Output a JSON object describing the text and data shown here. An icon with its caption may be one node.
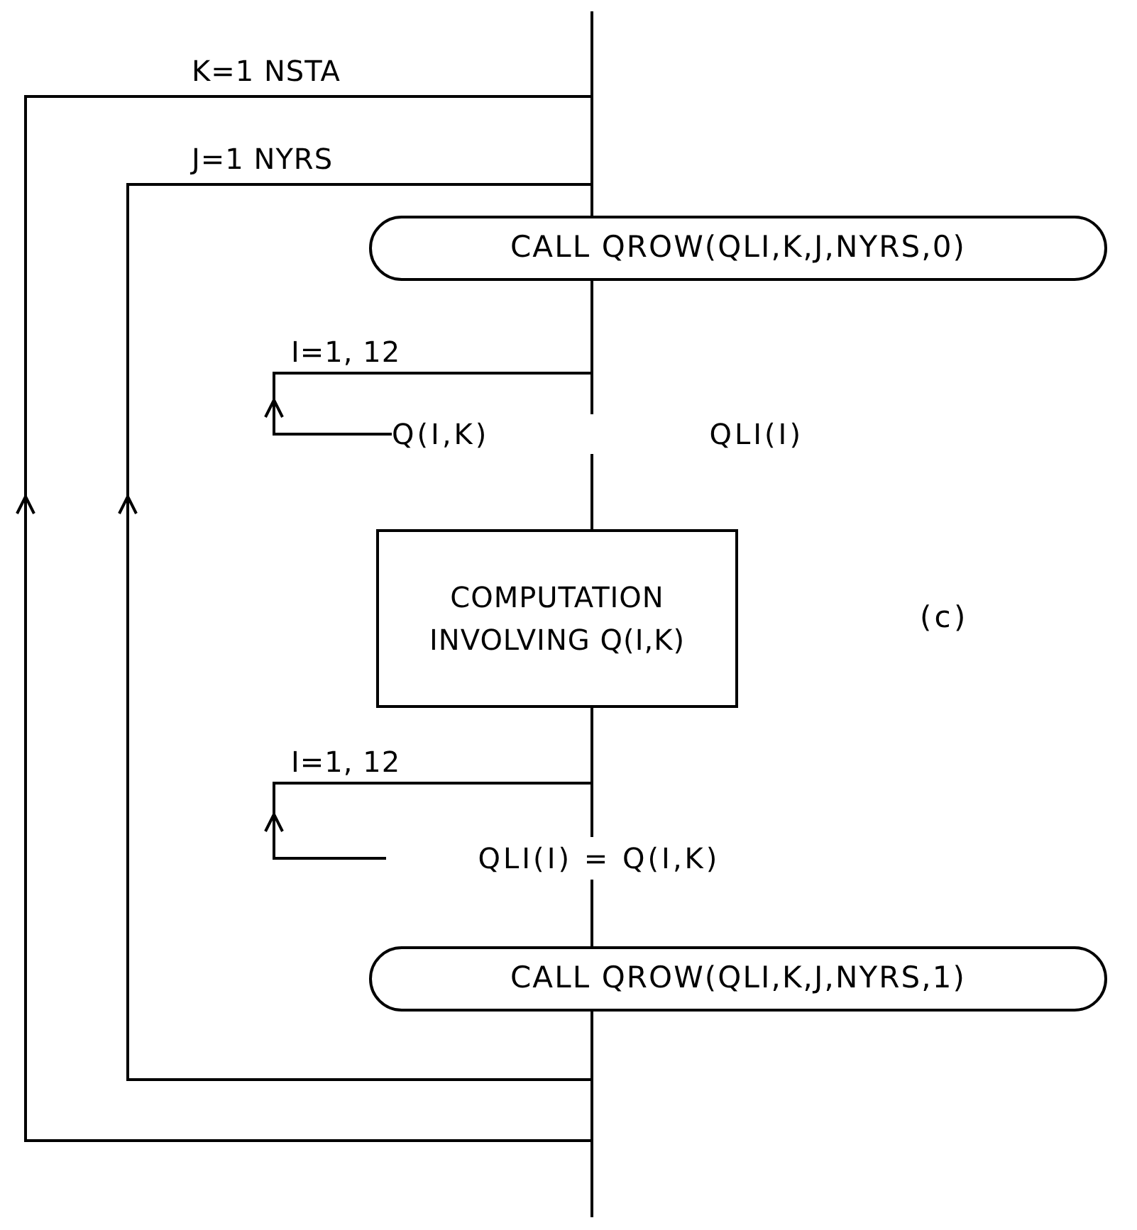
{
  "diagram": {
    "nodes": [
      {
        "text": [
          "CALL QROW(QLI,K,J,NYRS,0)"
        ]
      },
      {
        "text": [
          "Q(I,K)",
          "QLI(I)"
        ]
      },
      {
        "text": [
          "COMPUTATION INVOLVING Q(I,K)"
        ]
      },
      {
        "text": [
          "QLI(I) = Q(I,K)"
        ]
      },
      {
        "text": [
          "CALL QROW(QLI,K,J,NYRS,1)"
        ]
      }
    ],
    "edges": [
      {
        "from": null,
        "to": 0,
        "arrow": "none"
      },
      {
        "from": 0,
        "to": 1,
        "arrow": "none"
      },
      {
        "from": 1,
        "to": 2,
        "arrow": "none"
      },
      {
        "from": 2,
        "to": 3,
        "arrow": "none"
      },
      {
        "from": 3,
        "to": 4,
        "arrow": "none"
      },
      {
        "from": 4,
        "to": null,
        "arrow": "none"
      },
      {
        "from": 1,
        "to": 0,
        "label": "I=1, 12",
        "arrow": "to"
      },
      {
        "from": 3,
        "to": 2,
        "label": "I=1, 12",
        "arrow": "to"
      },
      {
        "from": 4,
        "to": 0,
        "label": "J=1 NYRS",
        "arrow": "to"
      },
      {
        "from": 4,
        "to": 0,
        "label": "K=1 NSTA",
        "arrow": "to"
      }
    ],
    "labels": [
      "(c)"
    ]
  }
}
